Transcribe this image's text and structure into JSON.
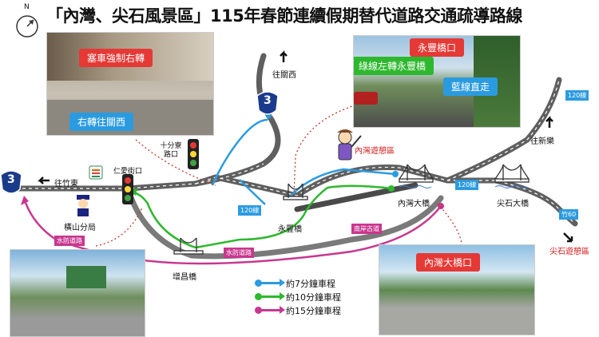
{
  "title": "「內灣、尖石風景區」115年春節連續假期替代道路交通疏導路線",
  "compass": "N",
  "places": {
    "guanxi": "往關西",
    "zhudong": "往竹東",
    "xinle": "往新樂",
    "shiliao": "十分寮路口",
    "renai": "仁愛街口",
    "hengshan": "橫山分局",
    "yongfeng": "永豐橋",
    "neiwan_bridge": "內灣大橋",
    "jianshi_bridge": "尖石大橋",
    "zengchang": "增昌橋",
    "neiwan_area": "內灣遊憩區",
    "jianshi_area": "尖石遊憩區"
  },
  "road_tags": {
    "r120_a": "120線",
    "r120_b": "120線",
    "r120_c": "120線",
    "zhu60": "竹60",
    "shuifang_a": "水防道路",
    "shuifang_b": "水防道路",
    "nanan": "南岸古道"
  },
  "shields": [
    "3",
    "3"
  ],
  "photo_tl": {
    "top_label": "塞車強制右轉",
    "bottom_label": "右轉往關西"
  },
  "photo_tr": {
    "a": "永豐橋口",
    "b": "綠線左轉永豐橋",
    "c": "藍線直走"
  },
  "photo_br": {
    "a": "內灣大橋口"
  },
  "legend": [
    {
      "label": "約7分鐘車程",
      "color": "#2b9be0"
    },
    {
      "label": "約10分鐘車程",
      "color": "#2eb82e"
    },
    {
      "label": "約15分鐘車程",
      "color": "#c8378f"
    }
  ],
  "colors": {
    "blue": "#2b9be0",
    "green": "#2eb82e",
    "magenta": "#c8378f",
    "road": "#6b6b6b",
    "label_red": "#e02424"
  }
}
